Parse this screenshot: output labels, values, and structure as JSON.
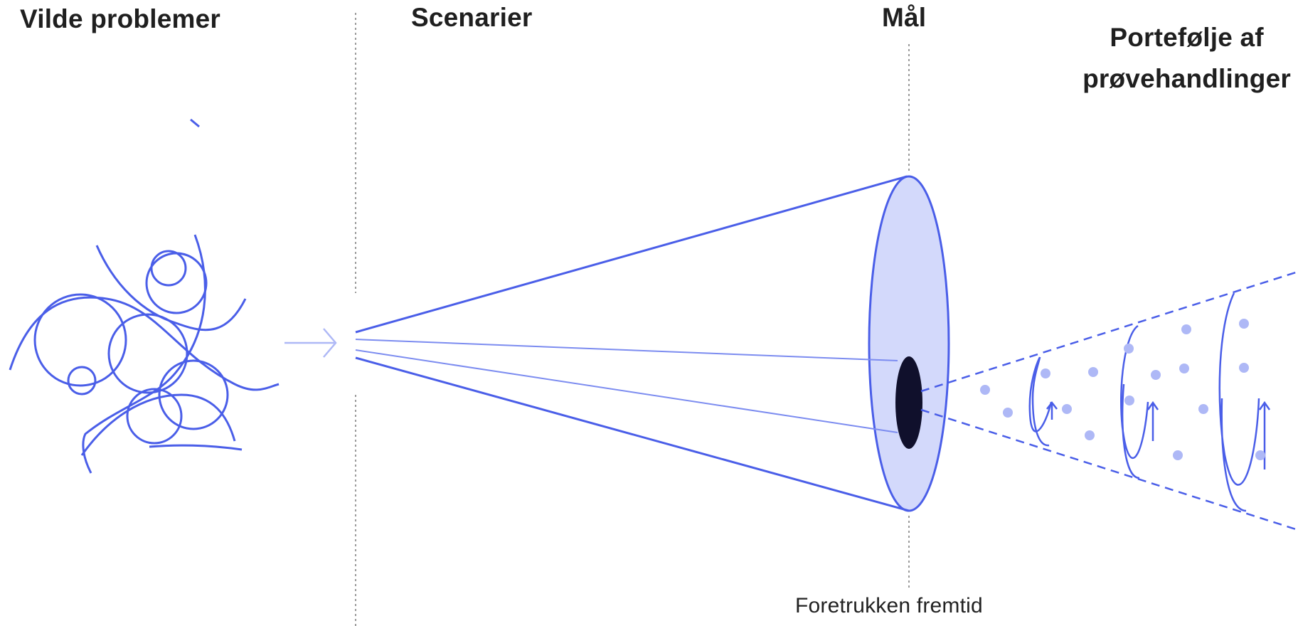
{
  "labels": {
    "wicked_problems": "Vilde problemer",
    "scenarios": "Scenarier",
    "goal": "Mål",
    "portfolio_line1": "Portefølje af",
    "portfolio_line2": "prøvehandlinger",
    "preferred_future": "Foretrukken fremtid"
  },
  "colors": {
    "stroke": "#4a5ee8",
    "cone_fill": "#d3d9fb",
    "dot_fill": "#aeb8f6",
    "focus_fill": "#10102c",
    "divider": "#9a9a9a"
  }
}
